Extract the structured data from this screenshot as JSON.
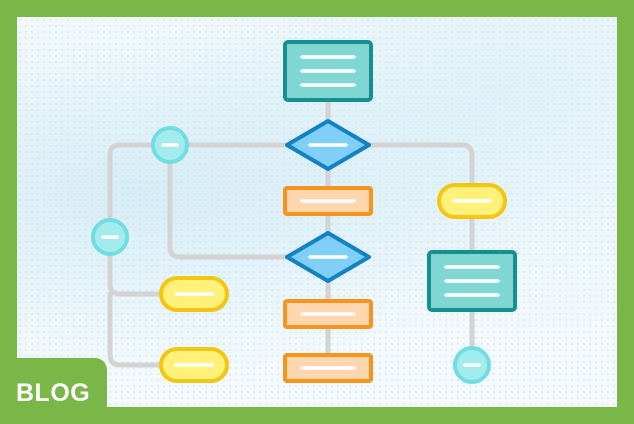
{
  "badge": {
    "label": "BLOG"
  },
  "colors": {
    "frame_green": "#7ab648",
    "connector_gray": "#d3d3d3",
    "document_fill": "#7fd6d2",
    "document_stroke": "#13908f",
    "decision_fill": "#7fcff7",
    "decision_stroke": "#1381c6",
    "process_fill": "#ffd6ae",
    "process_stroke": "#f7941d",
    "terminator_fill": "#fff17a",
    "terminator_stroke": "#f5c611",
    "connector_circle_fill": "#a3ecee",
    "connector_circle_stroke": "#72dde0",
    "placeholder_line": "#ffffff"
  },
  "diagram": {
    "nodes": [
      {
        "id": "document-top",
        "shape": "document",
        "text_lines": 3
      },
      {
        "id": "decision-1",
        "shape": "decision",
        "text_lines": 1
      },
      {
        "id": "process-1",
        "shape": "process",
        "text_lines": 1
      },
      {
        "id": "decision-2",
        "shape": "decision",
        "text_lines": 1
      },
      {
        "id": "process-2",
        "shape": "process",
        "text_lines": 1
      },
      {
        "id": "process-3",
        "shape": "process",
        "text_lines": 1
      },
      {
        "id": "terminator-right",
        "shape": "terminator",
        "text_lines": 1
      },
      {
        "id": "document-right",
        "shape": "document",
        "text_lines": 3
      },
      {
        "id": "connector-right-bottom",
        "shape": "connector",
        "text_lines": 1
      },
      {
        "id": "connector-top",
        "shape": "connector",
        "text_lines": 1
      },
      {
        "id": "connector-left",
        "shape": "connector",
        "text_lines": 1
      },
      {
        "id": "terminator-left-1",
        "shape": "terminator",
        "text_lines": 1
      },
      {
        "id": "terminator-left-2",
        "shape": "terminator",
        "text_lines": 1
      }
    ]
  }
}
